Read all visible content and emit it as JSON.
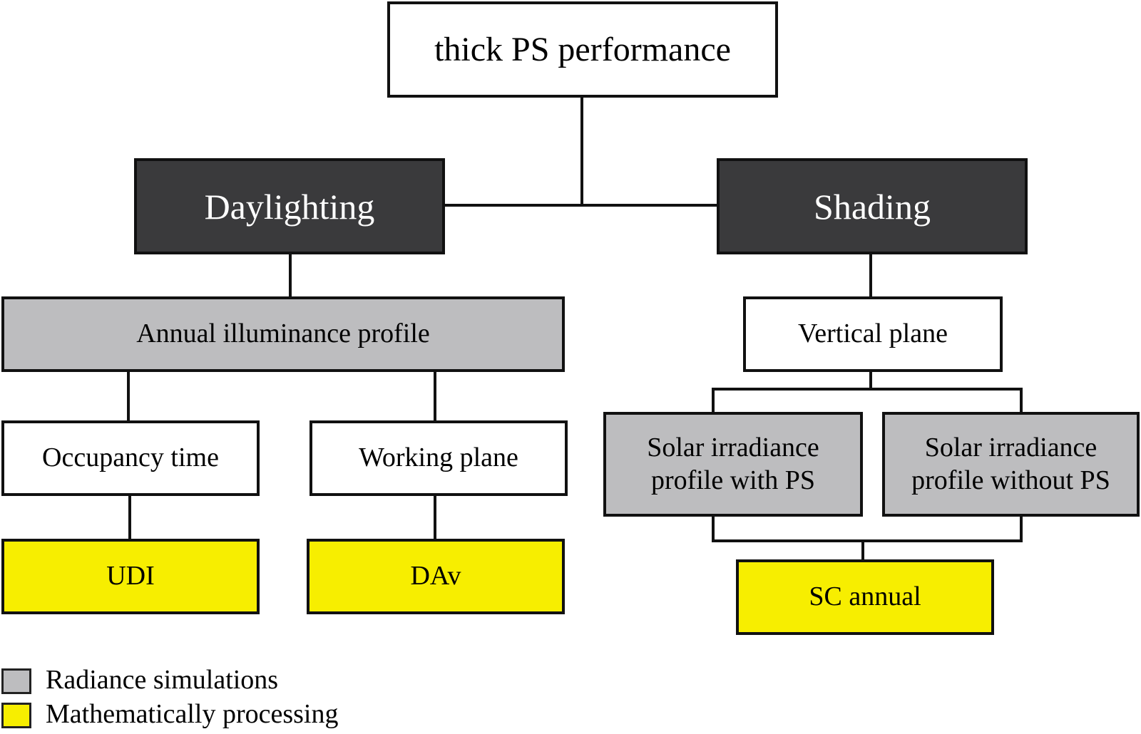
{
  "colors": {
    "white": "#ffffff",
    "dark": "#3a3a3c",
    "grey": "#bdbdbf",
    "yellow": "#f7ee00"
  },
  "nodes": {
    "root": "thick PS performance",
    "daylighting": "Daylighting",
    "shading": "Shading",
    "annual_illuminance": "Annual illuminance profile",
    "vertical_plane": "Vertical plane",
    "occupancy_time": "Occupancy time",
    "working_plane": "Working plane",
    "solar_with_ps_line1": "Solar irradiance",
    "solar_with_ps_line2": "profile with PS",
    "solar_without_ps_line1": "Solar irradiance",
    "solar_without_ps_line2": "profile without PS",
    "udi": "UDI",
    "dav": "DAv",
    "sc_annual": "SC annual"
  },
  "legend": {
    "radiance": "Radiance simulations",
    "math": "Mathematically processing"
  }
}
